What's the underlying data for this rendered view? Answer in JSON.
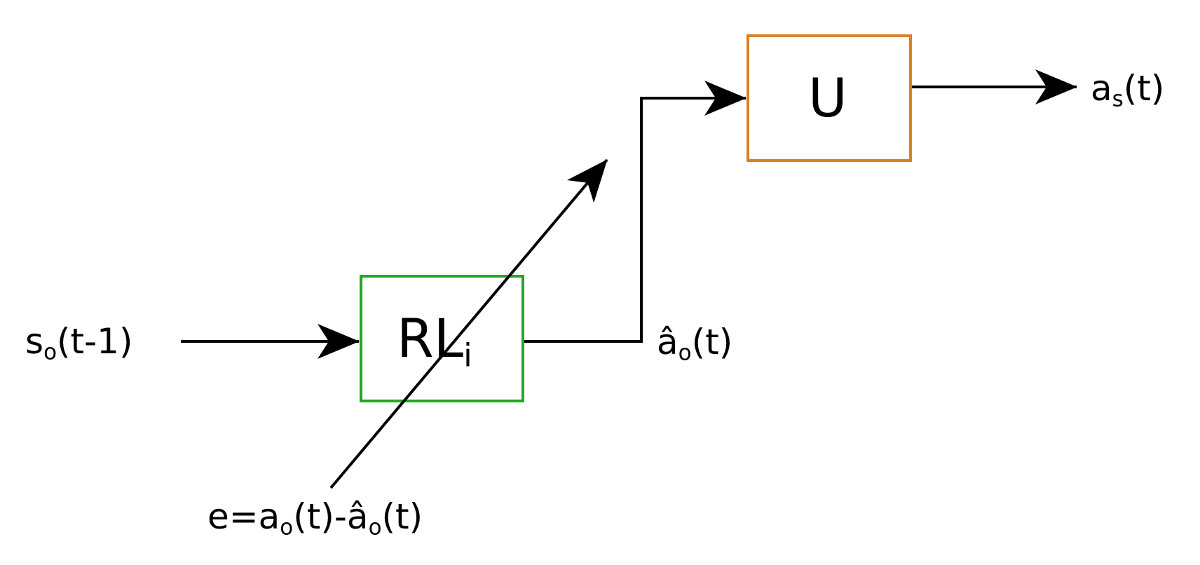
{
  "blocks": {
    "rl": {
      "main": "RL",
      "sub": "i",
      "border_color": "#22a822"
    },
    "u": {
      "main": "U",
      "border_color": "#d9802a"
    }
  },
  "labels": {
    "input": {
      "main": "s",
      "sub": "o",
      "rest": "(t-1)"
    },
    "rl_output": {
      "main": "â",
      "sub": "o",
      "rest": "(t)"
    },
    "output": {
      "main": "a",
      "sub": "s",
      "rest": "(t)"
    },
    "error": {
      "prefix": "e=a",
      "sub1": "o",
      "mid": "(t)-â",
      "sub2": "o",
      "rest": "(t)"
    }
  },
  "colors": {
    "line": "#000000",
    "background": "#ffffff"
  }
}
